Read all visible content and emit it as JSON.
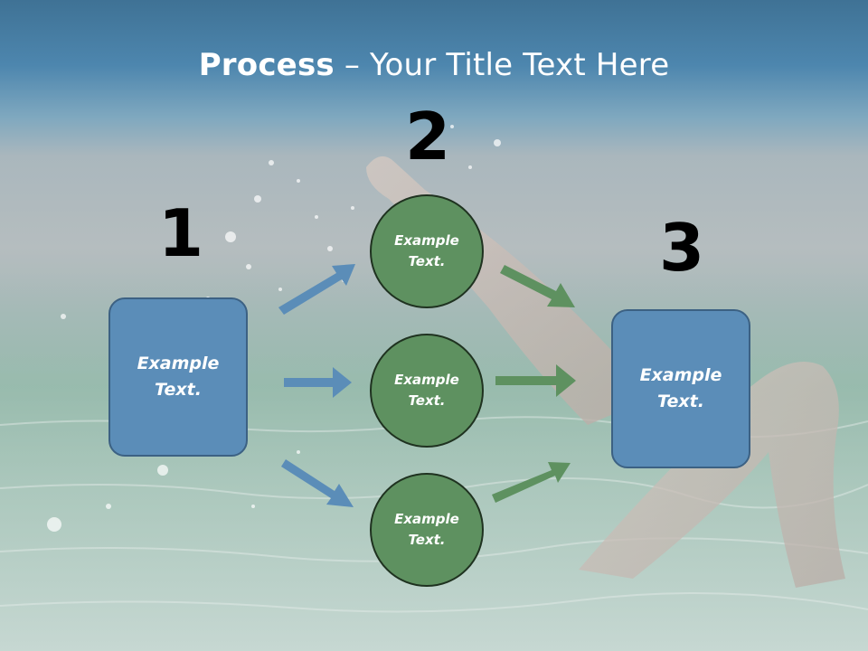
{
  "title": {
    "bold": "Process",
    "rest": " – Your Title Text Here"
  },
  "numbers": [
    "1",
    "2",
    "3"
  ],
  "left_box": {
    "label": "Example Text."
  },
  "circles": [
    {
      "label": "Example Text."
    },
    {
      "label": "Example Text."
    },
    {
      "label": "Example Text."
    }
  ],
  "right_box": {
    "label": "Example Text."
  },
  "colors": {
    "box_fill": "#5b8db8",
    "circle_fill": "#5e9160",
    "blue_arrow": "#5b8db8",
    "green_arrow": "#5e9160"
  }
}
